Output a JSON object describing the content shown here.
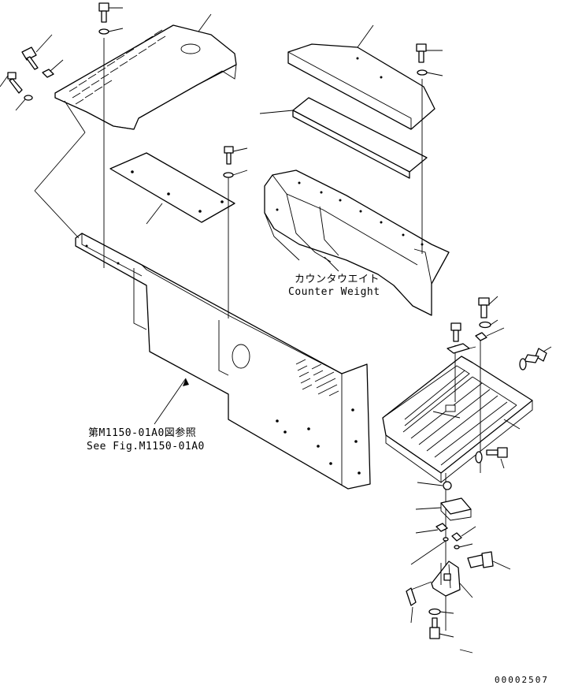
{
  "labels": {
    "counterweight_jp": "カウンタウエイト",
    "counterweight_en": "Counter Weight",
    "see_fig_jp": "第M1150-01A0図参照",
    "see_fig_en": "See Fig.M1150-01A0"
  },
  "drawing_number": "00002507"
}
